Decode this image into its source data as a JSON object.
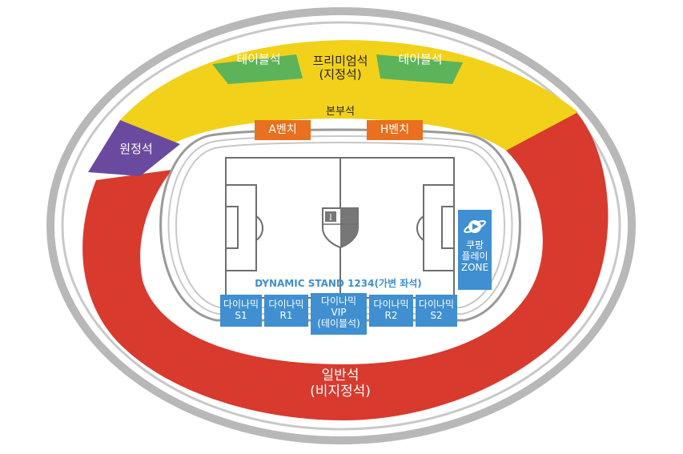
{
  "colors": {
    "outer_ring": "#b8b8b8",
    "table_seat": "#5cb35a",
    "premium": "#f2d11a",
    "away": "#6a4a9e",
    "general": "#d93a2e",
    "bench": "#e8701e",
    "dynamic": "#3f8fd1",
    "coupang": "#3f8fd1"
  },
  "sections": {
    "table_left": "테이블석",
    "table_right": "테이블석",
    "premium_line1": "프리미엄석",
    "premium_line2": "(지정석)",
    "main_stand": "본부석",
    "away": "원정석",
    "bench_a": "A벤치",
    "bench_h": "H벤치",
    "general_line1": "일반석",
    "general_line2": "(비지정석)",
    "dynamic_stand": "DYNAMIC STAND 1234(가변 좌석)",
    "coupang_line1": "쿠팡",
    "coupang_line2": "플레이",
    "coupang_line3": "ZONE"
  },
  "dynamic_blocks": [
    {
      "line1": "다이나믹",
      "line2": "S1",
      "line3": ""
    },
    {
      "line1": "다이나믹",
      "line2": "R1",
      "line3": ""
    },
    {
      "line1": "다이나믹",
      "line2": "VIP",
      "line3": "(테이블석)"
    },
    {
      "line1": "다이나믹",
      "line2": "R2",
      "line3": ""
    },
    {
      "line1": "다이나믹",
      "line2": "S2",
      "line3": ""
    }
  ],
  "icons": [
    "team-crest-icon",
    "coupang-play-icon"
  ]
}
